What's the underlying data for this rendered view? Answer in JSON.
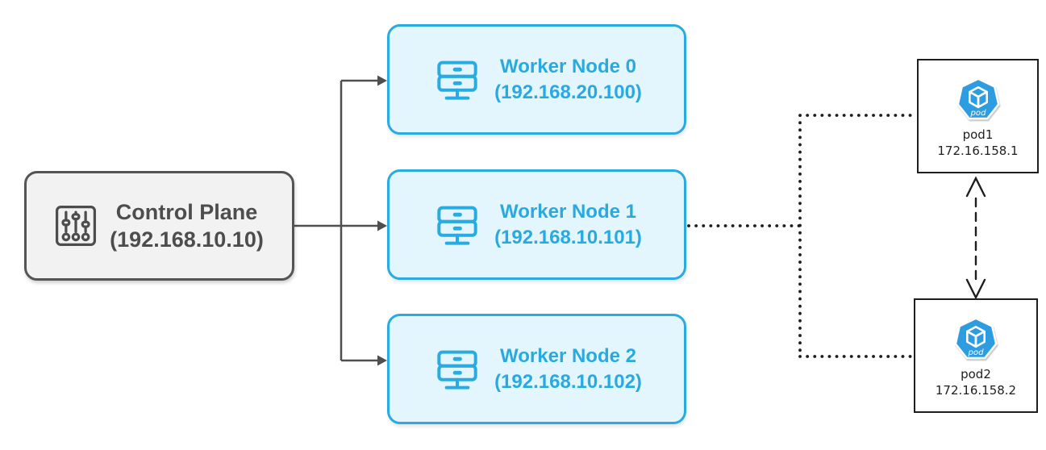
{
  "diagram": {
    "control_plane": {
      "title": "Control Plane",
      "ip": "(192.168.10.10)"
    },
    "workers": [
      {
        "title": "Worker Node 0",
        "ip": "(192.168.20.100)"
      },
      {
        "title": "Worker Node 1",
        "ip": "(192.168.10.101)"
      },
      {
        "title": "Worker Node 2",
        "ip": "(192.168.10.102)"
      }
    ],
    "pods": [
      {
        "name": "pod1",
        "ip": "172.16.158.1",
        "badge": "pod"
      },
      {
        "name": "pod2",
        "ip": "172.16.158.2",
        "badge": "pod"
      }
    ],
    "colors": {
      "worker_border": "#29abe2",
      "worker_fill": "#e3f6fd",
      "worker_text": "#29a9e1",
      "control_border": "#545454",
      "control_fill": "#f2f2f2",
      "control_text": "#4d4d4d",
      "connector_gray": "#4f4f4f",
      "connector_black": "#1e1e1e",
      "pod_icon_blue": "#2e9ce1"
    }
  }
}
